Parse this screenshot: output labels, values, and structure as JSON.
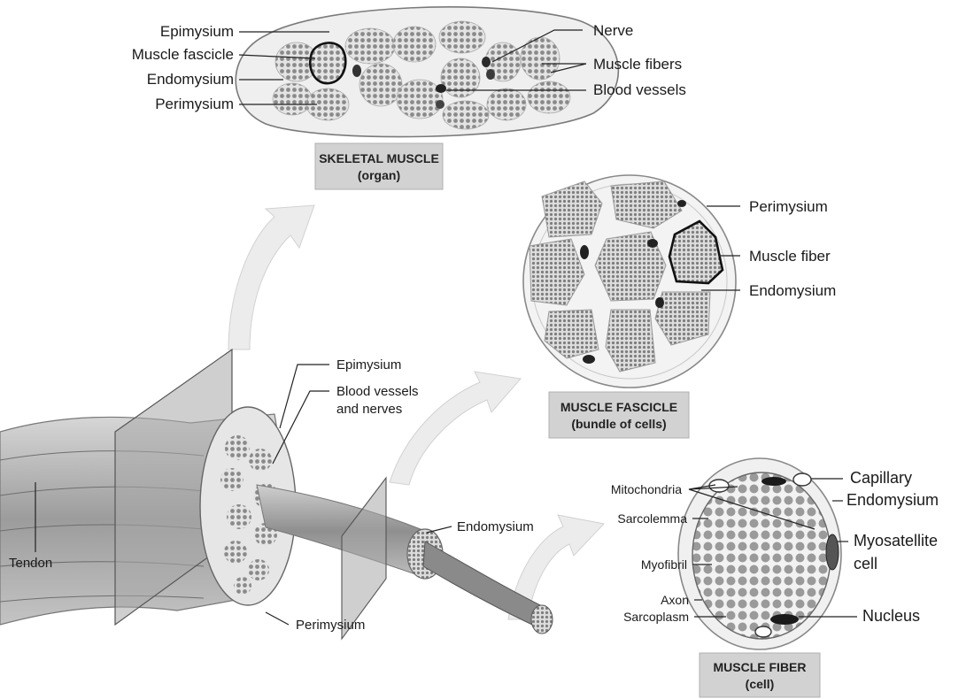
{
  "skeletal_muscle": {
    "title_line1": "SKELETAL MUSCLE",
    "title_line2": "(organ)",
    "labels": {
      "epimysium": "Epimysium",
      "muscle_fascicle": "Muscle fascicle",
      "endomysium": "Endomysium",
      "perimysium": "Perimysium",
      "nerve": "Nerve",
      "muscle_fibers": "Muscle fibers",
      "blood_vessels": "Blood vessels"
    }
  },
  "muscle_fascicle": {
    "title_line1": "MUSCLE FASCICLE",
    "title_line2": "(bundle of cells)",
    "labels": {
      "perimysium": "Perimysium",
      "muscle_fiber": "Muscle fiber",
      "endomysium": "Endomysium"
    }
  },
  "muscle_fiber": {
    "title_line1": "MUSCLE FIBER",
    "title_line2": "(cell)",
    "labels": {
      "mitochondria": "Mitochondria",
      "sarcolemma": "Sarcolemma",
      "myofibril": "Myofibril",
      "axon": "Axon",
      "sarcoplasm": "Sarcoplasm",
      "capillary": "Capillary",
      "endomysium": "Endomysium",
      "myosatellite_line1": "Myosatellite",
      "myosatellite_line2": "cell",
      "nucleus": "Nucleus"
    }
  },
  "whole_muscle": {
    "labels": {
      "epimysium": "Epimysium",
      "blood_vessels_line1": "Blood vessels",
      "blood_vessels_line2": "and nerves",
      "tendon": "Tendon",
      "endomysium": "Endomysium",
      "perimysium": "Perimysium"
    }
  }
}
